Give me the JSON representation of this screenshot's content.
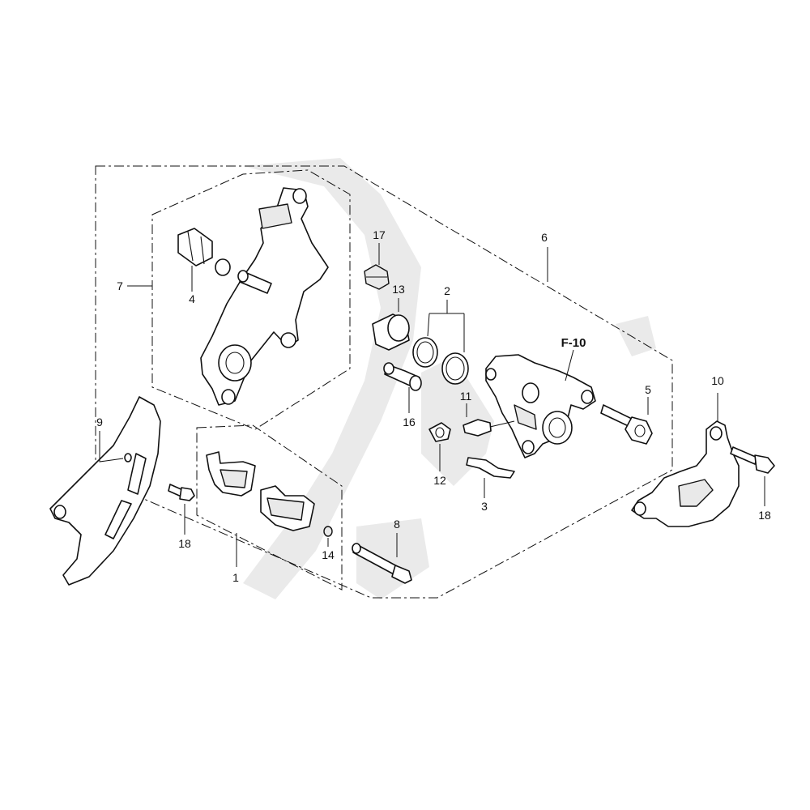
{
  "diagram": {
    "callouts": {
      "c1": "1",
      "c2": "2",
      "c3": "3",
      "c4": "4",
      "c5": "5",
      "c6": "6",
      "c7": "7",
      "c8": "8",
      "c9": "9",
      "c10": "10",
      "c11": "11",
      "c12": "12",
      "c13": "13",
      "c14": "14",
      "c16": "16",
      "c17": "17",
      "c18a": "18",
      "c18b": "18"
    },
    "reference": "F-10"
  }
}
